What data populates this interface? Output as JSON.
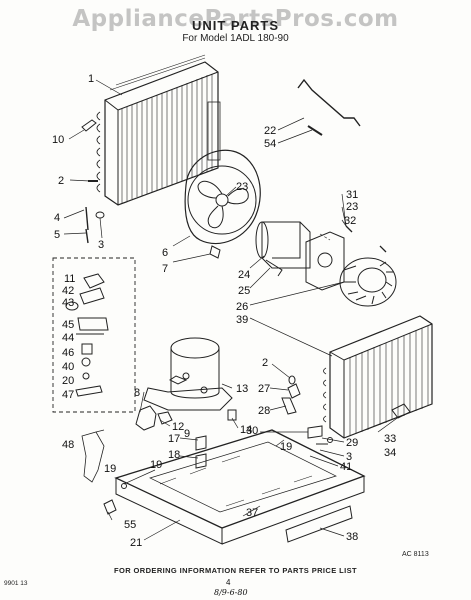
{
  "watermark": "AppliancePartsPros.com",
  "title": "UNIT PARTS",
  "subtitle": "For Model 1ADL 180-90",
  "corner_code": "AC 8113",
  "left_code": "9901 13",
  "footer": "FOR ORDERING INFORMATION REFER TO PARTS PRICE LIST",
  "page_number": "4",
  "date_code": "8/9-6-80",
  "callouts": [
    "1",
    "10",
    "2",
    "4",
    "5",
    "3",
    "6",
    "7",
    "11",
    "42",
    "43",
    "45",
    "44",
    "46",
    "40",
    "20",
    "47",
    "22",
    "54",
    "23",
    "31",
    "23",
    "32",
    "24",
    "25",
    "26",
    "39",
    "13",
    "8",
    "12",
    "17",
    "9",
    "18",
    "19",
    "14",
    "2",
    "27",
    "28",
    "30",
    "19",
    "29",
    "3",
    "41",
    "33",
    "34",
    "48",
    "19",
    "55",
    "37",
    "21",
    "38"
  ]
}
